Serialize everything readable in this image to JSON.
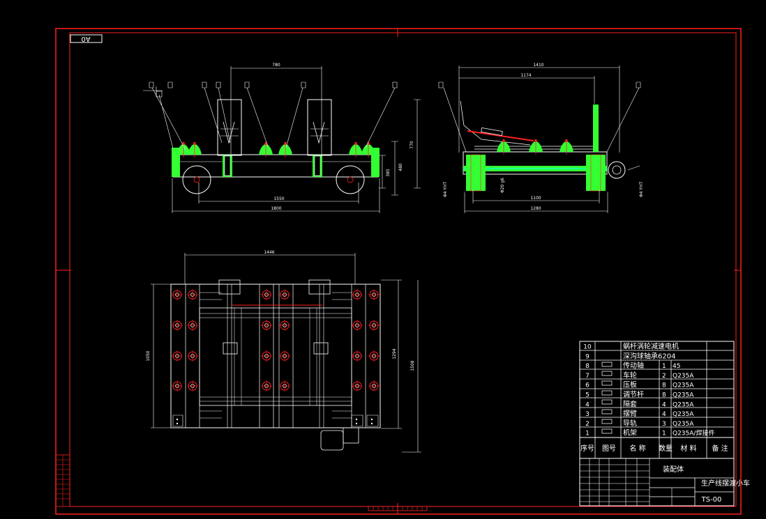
{
  "sheet": {
    "size_tag": "A0",
    "assembly_label": "装配体",
    "title": "生产线摆渡小车",
    "drawing_no": "TS-00"
  },
  "bom_headers": [
    "序号",
    "图号",
    "名 称",
    "数量",
    "材 料",
    "备 注"
  ],
  "bom_rows": [
    {
      "no": "10",
      "name": "蜗杆涡轮减速电机",
      "qty": "",
      "material": ""
    },
    {
      "no": "9",
      "name": "深沟球轴承6204",
      "qty": "",
      "material": ""
    },
    {
      "no": "8",
      "name": "传动轴",
      "qty": "1",
      "material": "45"
    },
    {
      "no": "7",
      "name": "车轮",
      "qty": "2",
      "material": "Q235A"
    },
    {
      "no": "6",
      "name": "压板",
      "qty": "8",
      "material": "Q235A"
    },
    {
      "no": "5",
      "name": "调节杆",
      "qty": "8",
      "material": "Q235A"
    },
    {
      "no": "4",
      "name": "隔套",
      "qty": "4",
      "material": "Q235A"
    },
    {
      "no": "3",
      "name": "摆臂",
      "qty": "4",
      "material": "Q235A"
    },
    {
      "no": "2",
      "name": "导轨",
      "qty": "3",
      "material": "Q235A"
    },
    {
      "no": "1",
      "name": "机架",
      "qty": "1",
      "material": "Q235A/焊接件"
    }
  ],
  "dims": {
    "front_top": "780",
    "front_bottom_inner": "1550",
    "front_bottom_outer": "1800",
    "front_right_a": "385",
    "front_right_b": "480",
    "front_right_c": "770",
    "side_top_outer": "1410",
    "side_top_inner": "1174",
    "side_bottom_inner": "1100",
    "side_bottom_outer": "1280",
    "side_left": "Φ4 YHT",
    "side_mid": "Φ20 g6",
    "side_right": "Φ4 YHT",
    "plan_top": "1446",
    "plan_left": "1050",
    "plan_right_a": "1294",
    "plan_right_b": "1508"
  },
  "colors": {
    "frame": "#ff2020",
    "line": "#ffffff",
    "part": "#33ff33",
    "pipe": "#00ffff"
  }
}
